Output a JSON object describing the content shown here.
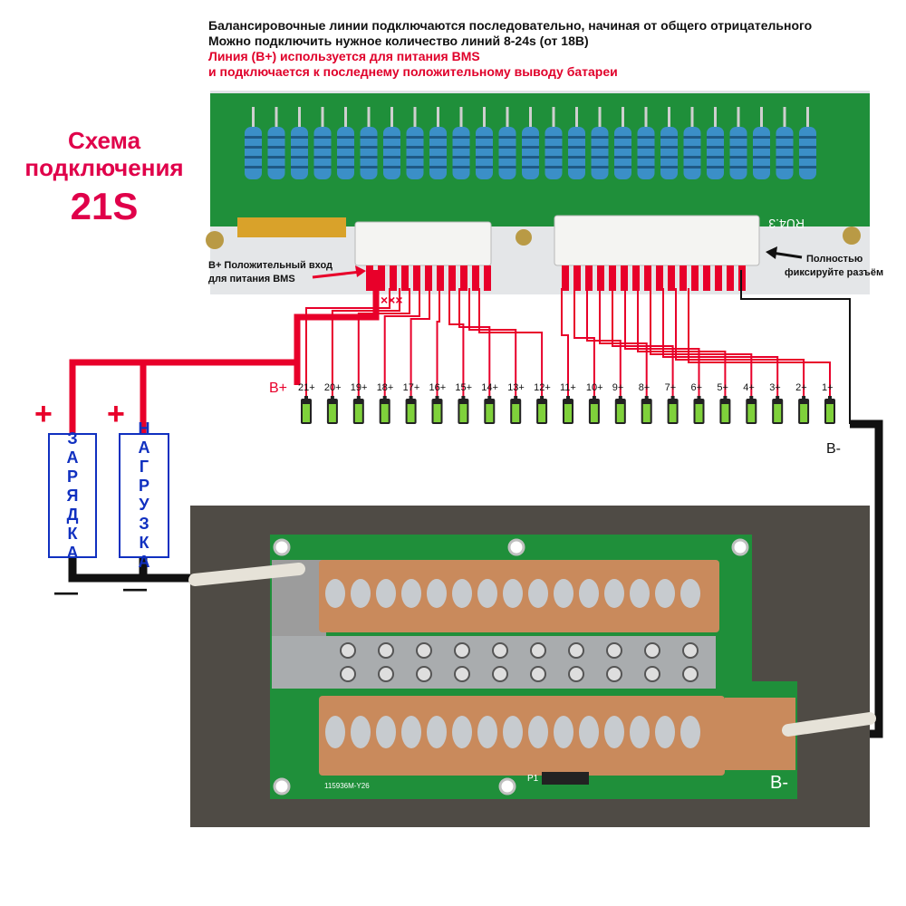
{
  "header": {
    "line1": "Балансировочные линии подключаются последовательно, начиная от общего отрицательного",
    "line2": "Можно подключить нужное количество линий 8-24s (от 18В)",
    "line3": "Линия (B+) используется для питания BMS",
    "line4": "и подключается к последнему положительному выводу батареи"
  },
  "title": {
    "line1": "Схема",
    "line2": "подключения",
    "line3": "21S"
  },
  "board_labels": {
    "bplus_input_line1": "B+ Положительный вход",
    "bplus_input_line2": "для питания BMS",
    "fix_line1": "Полностью",
    "fix_line2": "фиксируйте разъём",
    "x_marks": "×××",
    "silk_ru": "RU4.3",
    "pcb_code": "115936M-Y26",
    "pcb_p1": "P1"
  },
  "wiring": {
    "bplus": "B+",
    "bminus": "B-",
    "cells": [
      "21+",
      "20+",
      "19+",
      "18+",
      "17+",
      "16+",
      "15+",
      "14+",
      "13+",
      "12+",
      "11+",
      "10+",
      "9+",
      "8+",
      "7+",
      "6+",
      "5+",
      "4+",
      "3+",
      "2+",
      "1+"
    ]
  },
  "boxes": {
    "charger": "ЗАРЯДКА",
    "load": "НАГРУЗКА",
    "plus": "+",
    "minus": "—"
  },
  "photo_labels": {
    "bminus": "B-"
  },
  "colors": {
    "red_wire": "#e8002a",
    "black_wire": "#111111",
    "pcb_green": "#1f8f3a",
    "box_blue": "#1030c0",
    "title_red": "#e0004a"
  }
}
